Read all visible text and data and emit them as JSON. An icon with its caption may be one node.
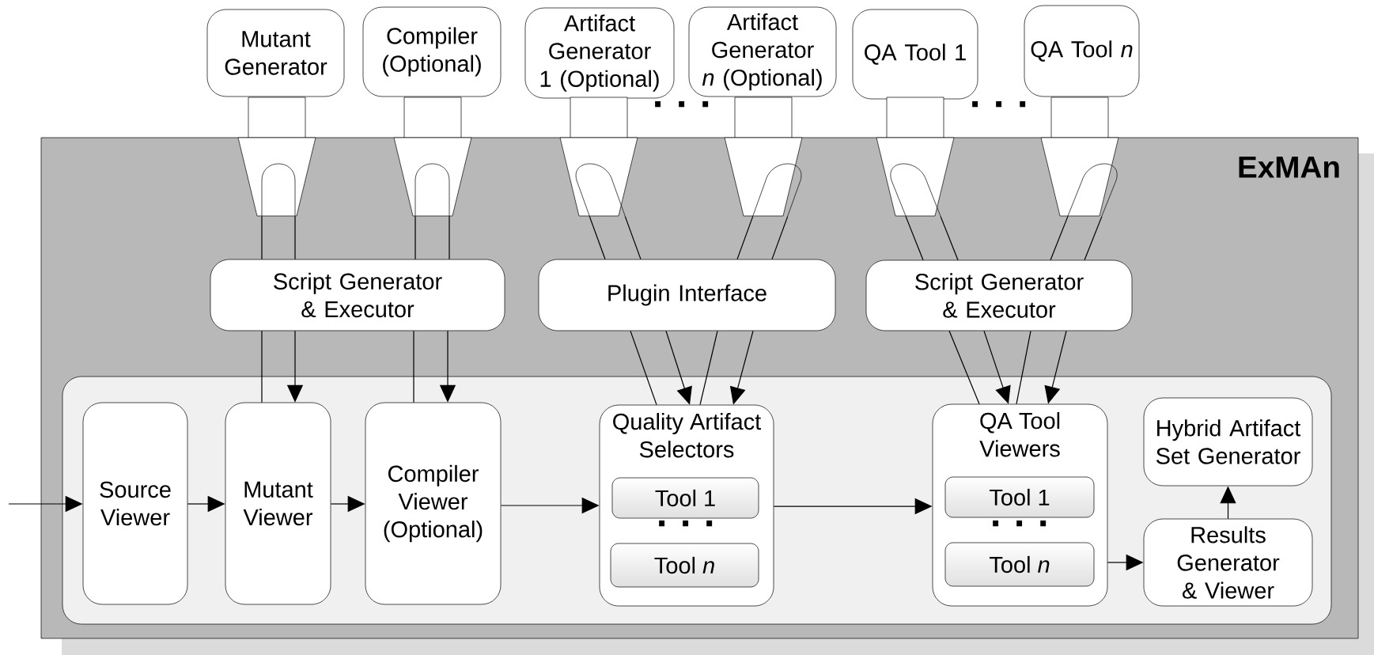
{
  "diagram": {
    "nodes": [
      {
        "text": [
          "Mutant Generator"
        ]
      },
      {
        "text": [
          "Compiler (Optional)"
        ]
      },
      {
        "text": [
          "Artifact Generator 1 (Optional)"
        ]
      },
      {
        "text": [
          "Artifact Generator *n* (Optional)"
        ]
      },
      {
        "text": [
          "QA Tool 1"
        ]
      },
      {
        "text": [
          "QA Tool *n*"
        ]
      },
      {
        "text": [
          "ExMAn"
        ]
      },
      {
        "text": [],
        "shape": "plug",
        "in": 6
      },
      {
        "text": [],
        "shape": "plug",
        "in": 6
      },
      {
        "text": [],
        "shape": "plug",
        "in": 6
      },
      {
        "text": [],
        "shape": "plug",
        "in": 6
      },
      {
        "text": [],
        "shape": "plug",
        "in": 6
      },
      {
        "text": [],
        "shape": "plug",
        "in": 6
      },
      {
        "text": [
          "Script Generator & Executor"
        ],
        "in": 6
      },
      {
        "text": [
          "Plugin Interface"
        ],
        "in": 6
      },
      {
        "text": [
          "Script Generator & Executor"
        ],
        "in": 6
      },
      {
        "text": [],
        "shape": "box",
        "in": 6
      },
      {
        "text": [
          "Source Viewer"
        ],
        "in": 16
      },
      {
        "text": [
          "Mutant Viewer"
        ],
        "in": 16
      },
      {
        "text": [
          "Compiler Viewer (Optional)"
        ],
        "in": 16
      },
      {
        "text": [
          "Quality Artifact Selectors"
        ],
        "in": 16
      },
      {
        "text": [
          "Tool 1"
        ],
        "in": 20
      },
      {
        "text": [
          "Tool *n*"
        ],
        "in": 20
      },
      {
        "text": [
          "QA Tool Viewers"
        ],
        "in": 16
      },
      {
        "text": [
          "Tool 1"
        ],
        "in": 23
      },
      {
        "text": [
          "Tool *n*"
        ],
        "in": 23
      },
      {
        "text": [
          "Hybrid Artifact Set Generator"
        ],
        "in": 16
      },
      {
        "text": [
          "Results Generator & Viewer"
        ],
        "in": 16
      }
    ],
    "edges": [
      {
        "from": 7,
        "to": 13,
        "arrow": "none"
      },
      {
        "from": 7,
        "to": 13,
        "arrow": "none"
      },
      {
        "from": 8,
        "to": 13,
        "arrow": "none"
      },
      {
        "from": 8,
        "to": 13,
        "arrow": "none"
      },
      {
        "from": 9,
        "to": 14,
        "arrow": "none"
      },
      {
        "from": 9,
        "to": 14,
        "arrow": "none"
      },
      {
        "from": 10,
        "to": 14,
        "arrow": "none"
      },
      {
        "from": 10,
        "to": 14,
        "arrow": "none"
      },
      {
        "from": 11,
        "to": 15,
        "arrow": "none"
      },
      {
        "from": 11,
        "to": 15,
        "arrow": "none"
      },
      {
        "from": 12,
        "to": 15,
        "arrow": "none"
      },
      {
        "from": 12,
        "to": 15,
        "arrow": "none"
      },
      {
        "from": 13,
        "to": 18,
        "arrow": "none"
      },
      {
        "from": 13,
        "to": 18,
        "arrow": "to"
      },
      {
        "from": 13,
        "to": 19,
        "arrow": "none"
      },
      {
        "from": 13,
        "to": 19,
        "arrow": "to"
      },
      {
        "from": 14,
        "to": 20,
        "arrow": "none"
      },
      {
        "from": 14,
        "to": 20,
        "arrow": "to"
      },
      {
        "from": 14,
        "to": 20,
        "arrow": "none"
      },
      {
        "from": 14,
        "to": 20,
        "arrow": "to"
      },
      {
        "from": 15,
        "to": 23,
        "arrow": "none"
      },
      {
        "from": 15,
        "to": 23,
        "arrow": "to"
      },
      {
        "from": 15,
        "to": 23,
        "arrow": "none"
      },
      {
        "from": 15,
        "to": 23,
        "arrow": "to"
      },
      {
        "from": null,
        "to": 17,
        "arrow": "to"
      },
      {
        "from": 17,
        "to": 18,
        "arrow": "to"
      },
      {
        "from": 18,
        "to": 19,
        "arrow": "to"
      },
      {
        "from": 19,
        "to": 20,
        "arrow": "to"
      },
      {
        "from": 20,
        "to": 23,
        "arrow": "to"
      },
      {
        "from": 23,
        "to": 27,
        "arrow": "to"
      },
      {
        "from": 27,
        "to": 26,
        "arrow": "to"
      }
    ],
    "labels": [
      "· · ·",
      "· · ·",
      "· · ·",
      "· · ·"
    ]
  }
}
